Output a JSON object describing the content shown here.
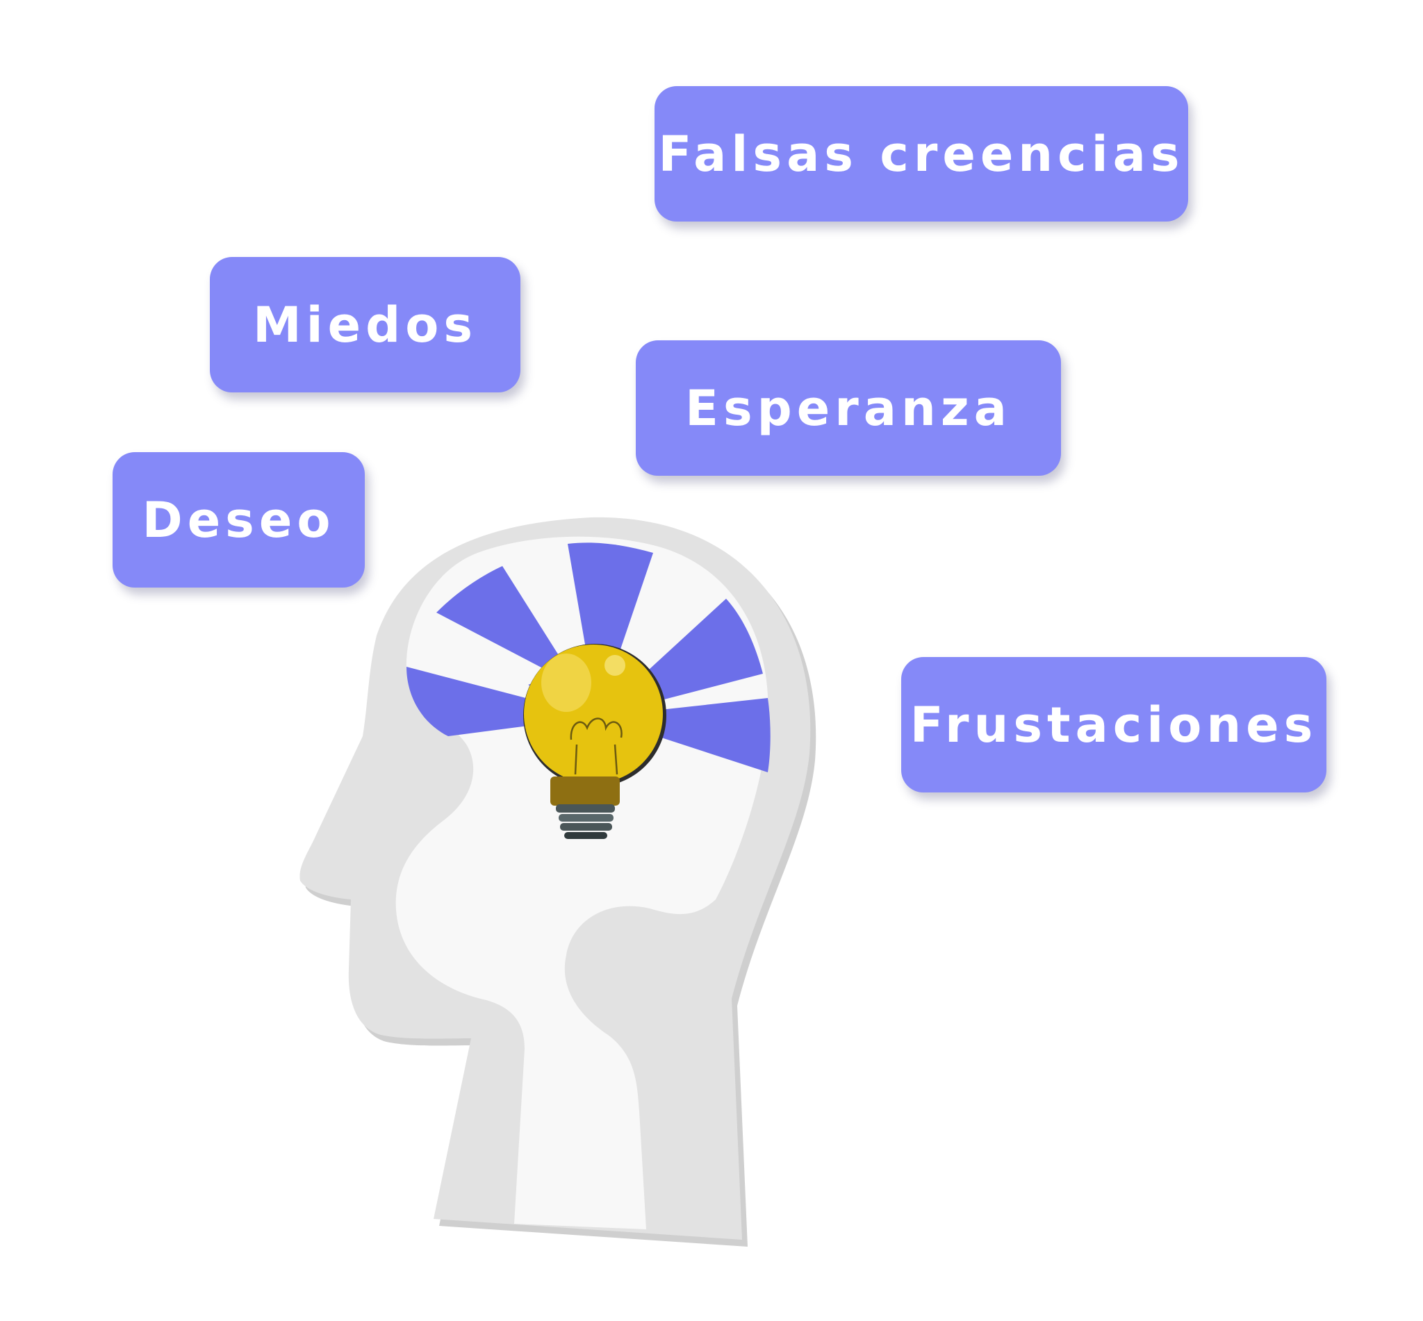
{
  "colors": {
    "chip": "#8589F8",
    "rays": "#6C6FE9",
    "head_outer": "#E2E2E2",
    "head_inner": "#F8F8F8",
    "bulb_glass": "#E6C30F",
    "bulb_base": "#8E6F12"
  },
  "labels": {
    "falsas": "Falsas creencias",
    "miedos": "Miedos",
    "esperanza": "Esperanza",
    "deseo": "Deseo",
    "frustaciones": "Frustaciones"
  },
  "icons": {
    "head": "head-profile-icon",
    "bulb": "lightbulb-icon"
  }
}
